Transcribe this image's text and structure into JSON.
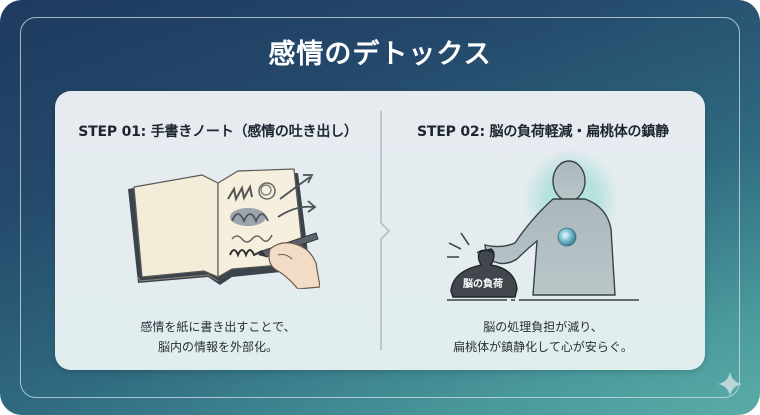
{
  "title": "感情のデトックス",
  "steps": [
    {
      "heading": "STEP 01: 手書きノート（感情の吐き出し）",
      "illustration": "notebook-writing-illustration",
      "description_line1": "感情を紙に書き出すことで、",
      "description_line2": "脳内の情報を外部化。"
    },
    {
      "heading": "STEP 02: 脳の負荷軽減・扁桃体の鎮静",
      "illustration": "person-releasing-burden-illustration",
      "bag_label": "脳の負荷",
      "description_line1": "脳の処理負担が減り、",
      "description_line2": "扁桃体が鎮静化して心が安らぐ。"
    }
  ],
  "colors": {
    "background_top": "#1f3a5f",
    "background_bottom": "#5aaca8",
    "panel": "#e6ebf0",
    "heading_text": "#1e2530",
    "glow": "#7fe0c8"
  },
  "icons": {
    "divider": "chevron-right-divider",
    "corner": "sparkle-icon"
  }
}
